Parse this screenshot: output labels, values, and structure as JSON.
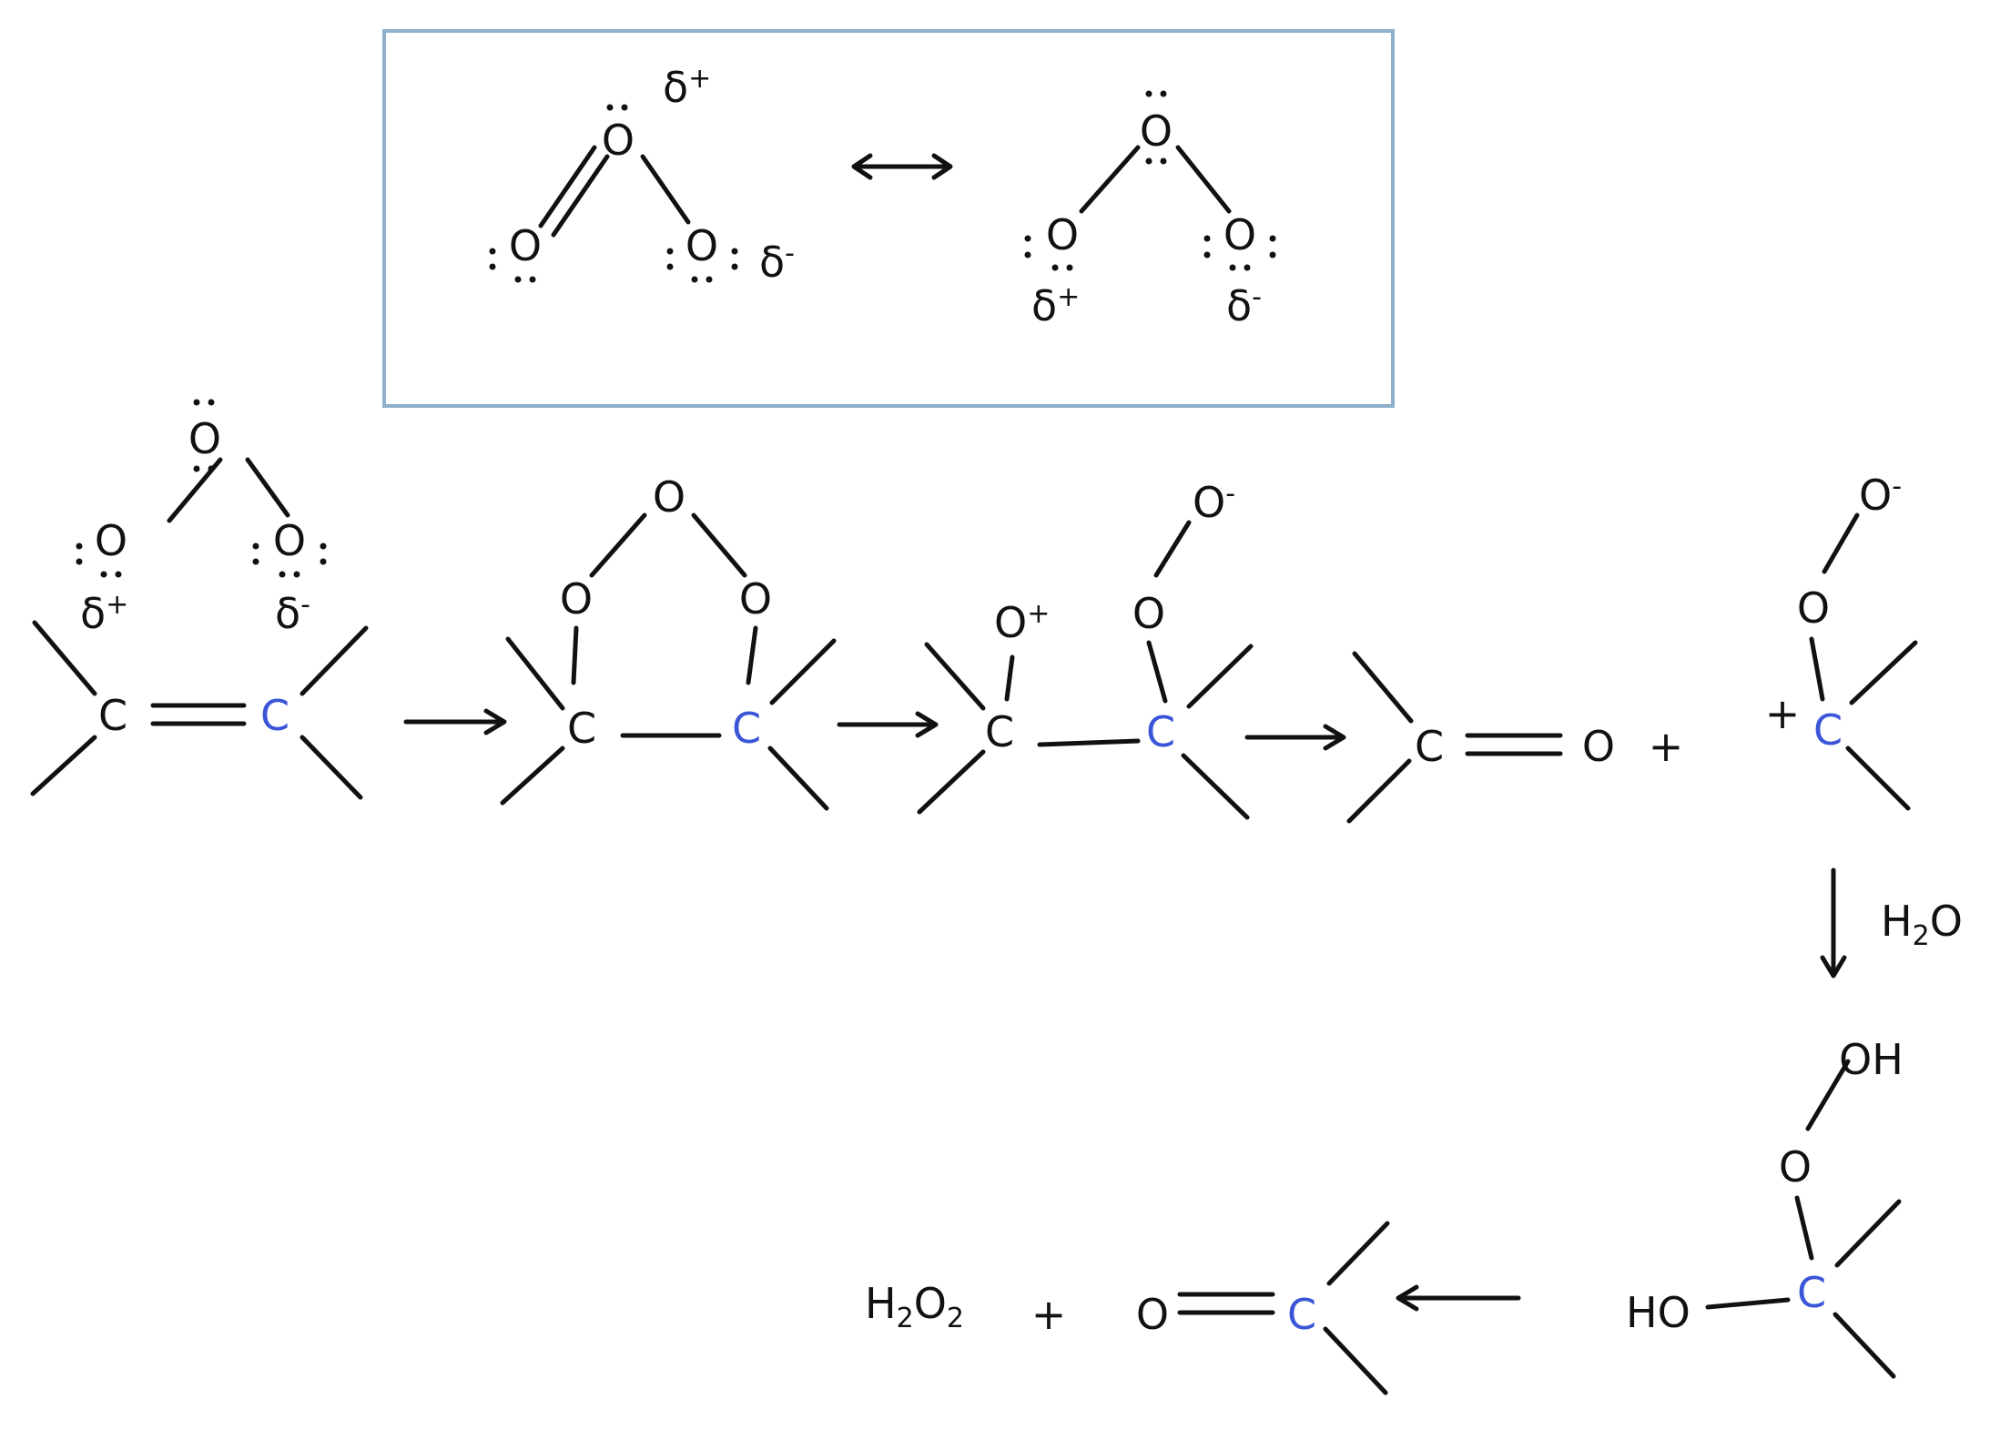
{
  "atoms": {
    "oxygen": "O",
    "carbon": "C",
    "o_plus": "O",
    "o_minus": "O",
    "hydroxyl": "OH",
    "hydroxyl_left": "HO",
    "water": "H",
    "peroxide": "H"
  },
  "charges": {
    "delta": "δ",
    "plus": "+",
    "minus": "-",
    "subscript_2": "2",
    "water_o": "O",
    "peroxide_o": "O",
    "plus_sign": "+"
  },
  "reagent": {
    "label_h": "H",
    "label_sub": "2",
    "label_o": "O"
  },
  "colors": {
    "highlight_carbon": "#3b55d8",
    "inset_border": "#8fb0cc",
    "ink": "#111111"
  },
  "icons": [
    "resonance-double-arrow-icon",
    "reaction-arrow-icon"
  ]
}
